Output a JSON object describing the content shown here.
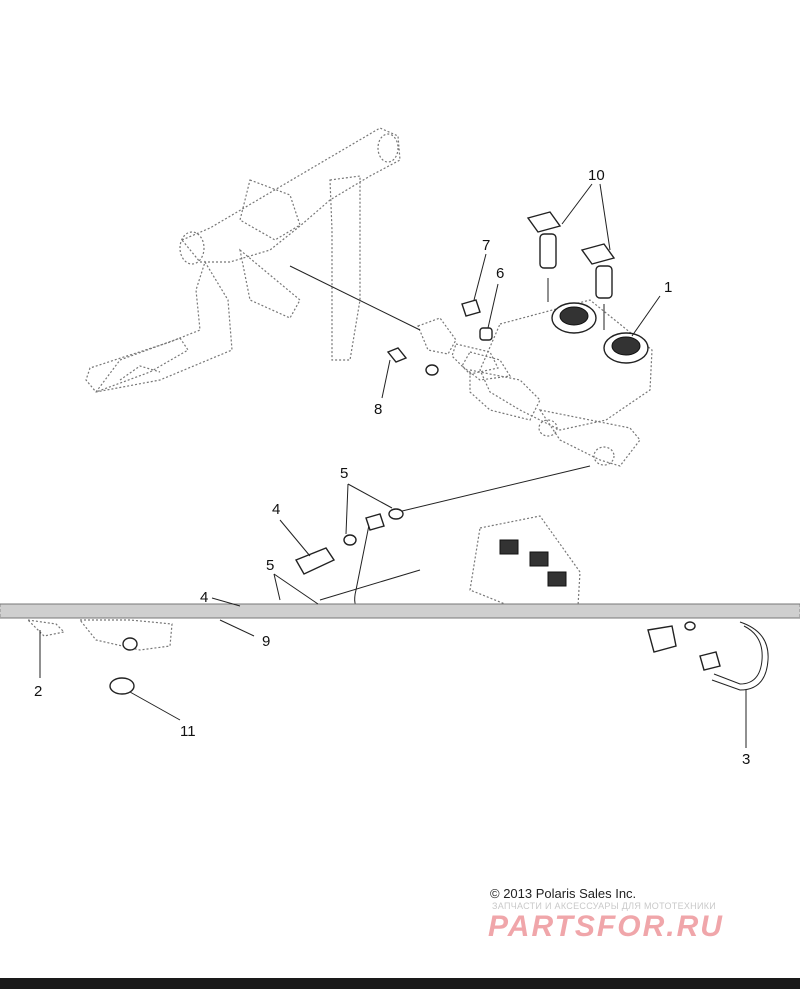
{
  "diagram": {
    "callouts": [
      {
        "id": "1",
        "text": "1"
      },
      {
        "id": "2",
        "text": "2"
      },
      {
        "id": "3",
        "text": "3"
      },
      {
        "id": "4a",
        "text": "4"
      },
      {
        "id": "4b",
        "text": "4"
      },
      {
        "id": "5a",
        "text": "5"
      },
      {
        "id": "5b",
        "text": "5"
      },
      {
        "id": "6",
        "text": "6"
      },
      {
        "id": "7",
        "text": "7"
      },
      {
        "id": "8",
        "text": "8"
      },
      {
        "id": "9",
        "text": "9"
      },
      {
        "id": "10",
        "text": "10"
      },
      {
        "id": "11",
        "text": "11"
      }
    ]
  },
  "footer": {
    "copyright": "© 2013 Polaris Sales Inc.",
    "tagline": "ЗАПЧАСТИ И АКСЕССУАРЫ ДЛЯ МОТОТЕХНИКИ",
    "brand": "PARTSFOR.RU"
  }
}
